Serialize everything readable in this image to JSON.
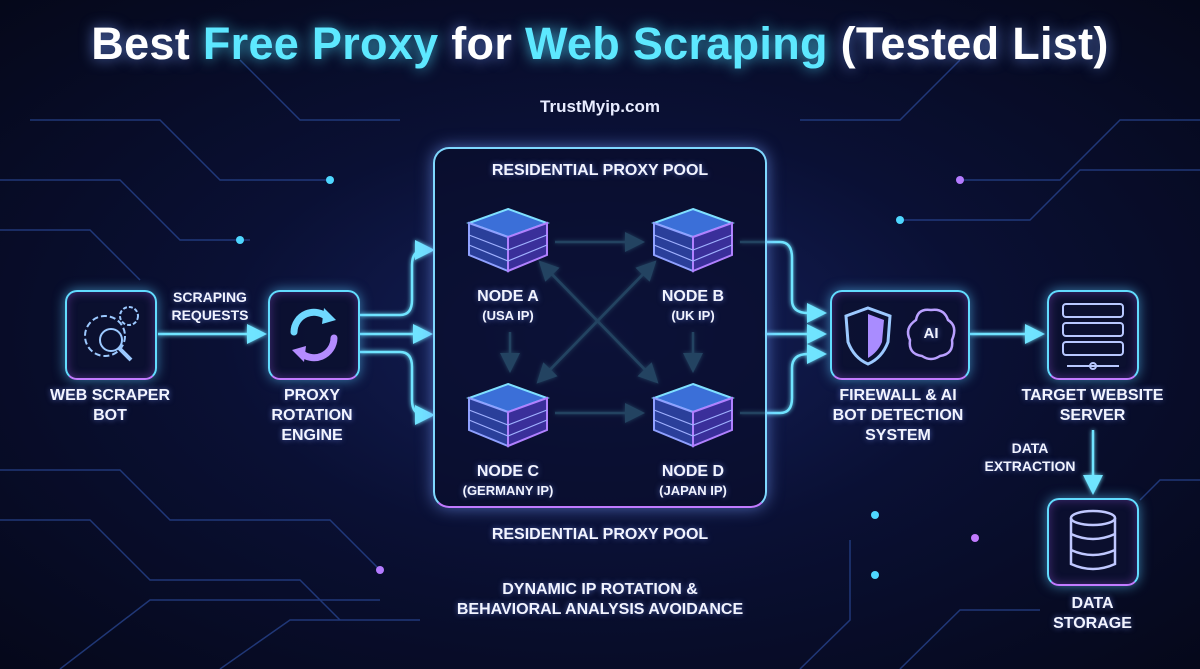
{
  "title": {
    "part1": "Best ",
    "accent1": "Free Proxy",
    "part2": " for ",
    "accent2": "Web Scraping",
    "part3": " (Tested List)"
  },
  "site": "TrustMyip.com",
  "pool": {
    "top_label": "RESIDENTIAL PROXY POOL",
    "bottom_label": "RESIDENTIAL PROXY POOL",
    "nodes": [
      {
        "name": "NODE A",
        "ip": "(USA IP)"
      },
      {
        "name": "NODE B",
        "ip": "(UK IP)"
      },
      {
        "name": "NODE C",
        "ip": "(GERMANY IP)"
      },
      {
        "name": "NODE D",
        "ip": "(JAPAN IP)"
      }
    ]
  },
  "scraper": {
    "line1": "WEB SCRAPER",
    "line2": "BOT"
  },
  "requests": {
    "line1": "SCRAPING",
    "line2": "REQUESTS"
  },
  "engine": {
    "line1": "PROXY",
    "line2": "ROTATION",
    "line3": "ENGINE"
  },
  "firewall": {
    "line1": "FIREWALL & AI",
    "line2": "BOT DETECTION",
    "line3": "SYSTEM",
    "ai_text": "AI"
  },
  "target": {
    "line1": "TARGET WEBSITE",
    "line2": "SERVER"
  },
  "extraction": {
    "line1": "DATA",
    "line2": "EXTRACTION"
  },
  "storage": {
    "line1": "DATA",
    "line2": "STORAGE"
  },
  "footer": {
    "line1": "DYNAMIC IP ROTATION &",
    "line2": "BEHAVIORAL ANALYSIS AVOIDANCE"
  },
  "colors": {
    "cyan": "#5de8ff",
    "purple": "#c27bff",
    "bg": "#070b1e"
  }
}
